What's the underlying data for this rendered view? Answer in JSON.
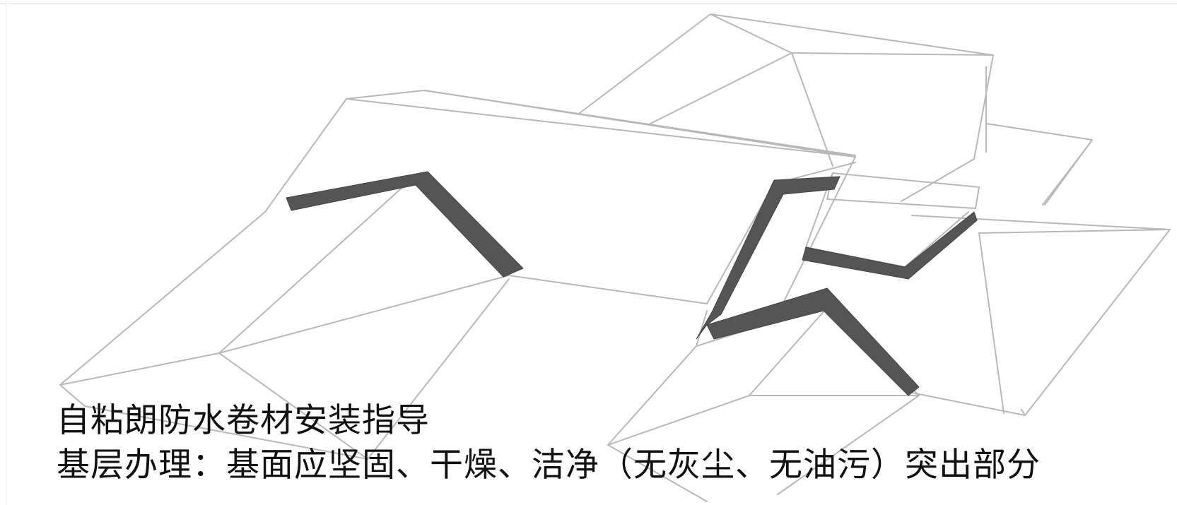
{
  "slide": {
    "title": "自粘朗防水卷材安装指导",
    "body_text": "基层办理：基面应坚固、干燥、洁净（无灰尘、无油污）突出部分"
  },
  "illustration": {
    "subject": "roof-waterproofing-diagram",
    "line_color": "#b8b8b8",
    "membrane_color": "#555555"
  }
}
